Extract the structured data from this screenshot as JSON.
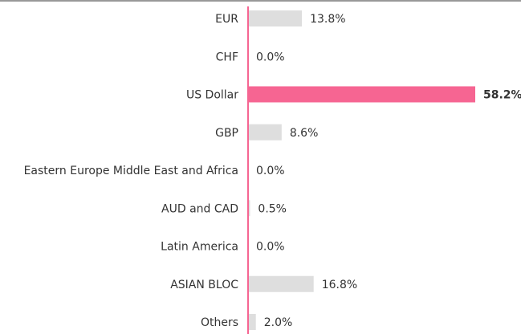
{
  "chart_data": {
    "type": "bar",
    "orientation": "horizontal",
    "categories": [
      "EUR",
      "CHF",
      "US Dollar",
      "GBP",
      "Eastern Europe Middle East and Africa",
      "AUD and CAD",
      "Latin America",
      "ASIAN BLOC",
      "Others"
    ],
    "values": [
      13.8,
      0.0,
      58.2,
      8.6,
      0.0,
      0.5,
      0.0,
      16.8,
      2.0
    ],
    "value_labels": [
      "13.8%",
      "0.0%",
      "58.2%",
      "8.6%",
      "0.0%",
      "0.5%",
      "0.0%",
      "16.8%",
      "2.0%"
    ],
    "unit": "%",
    "highlight_index": 2,
    "colors": {
      "default_bar": "#dedede",
      "highlight_bar": "#f66592",
      "axis_line": "#f66592",
      "top_border": "#333333",
      "text": "#333333"
    },
    "xlim": [
      0,
      60
    ],
    "grid": false,
    "legend": "none"
  }
}
